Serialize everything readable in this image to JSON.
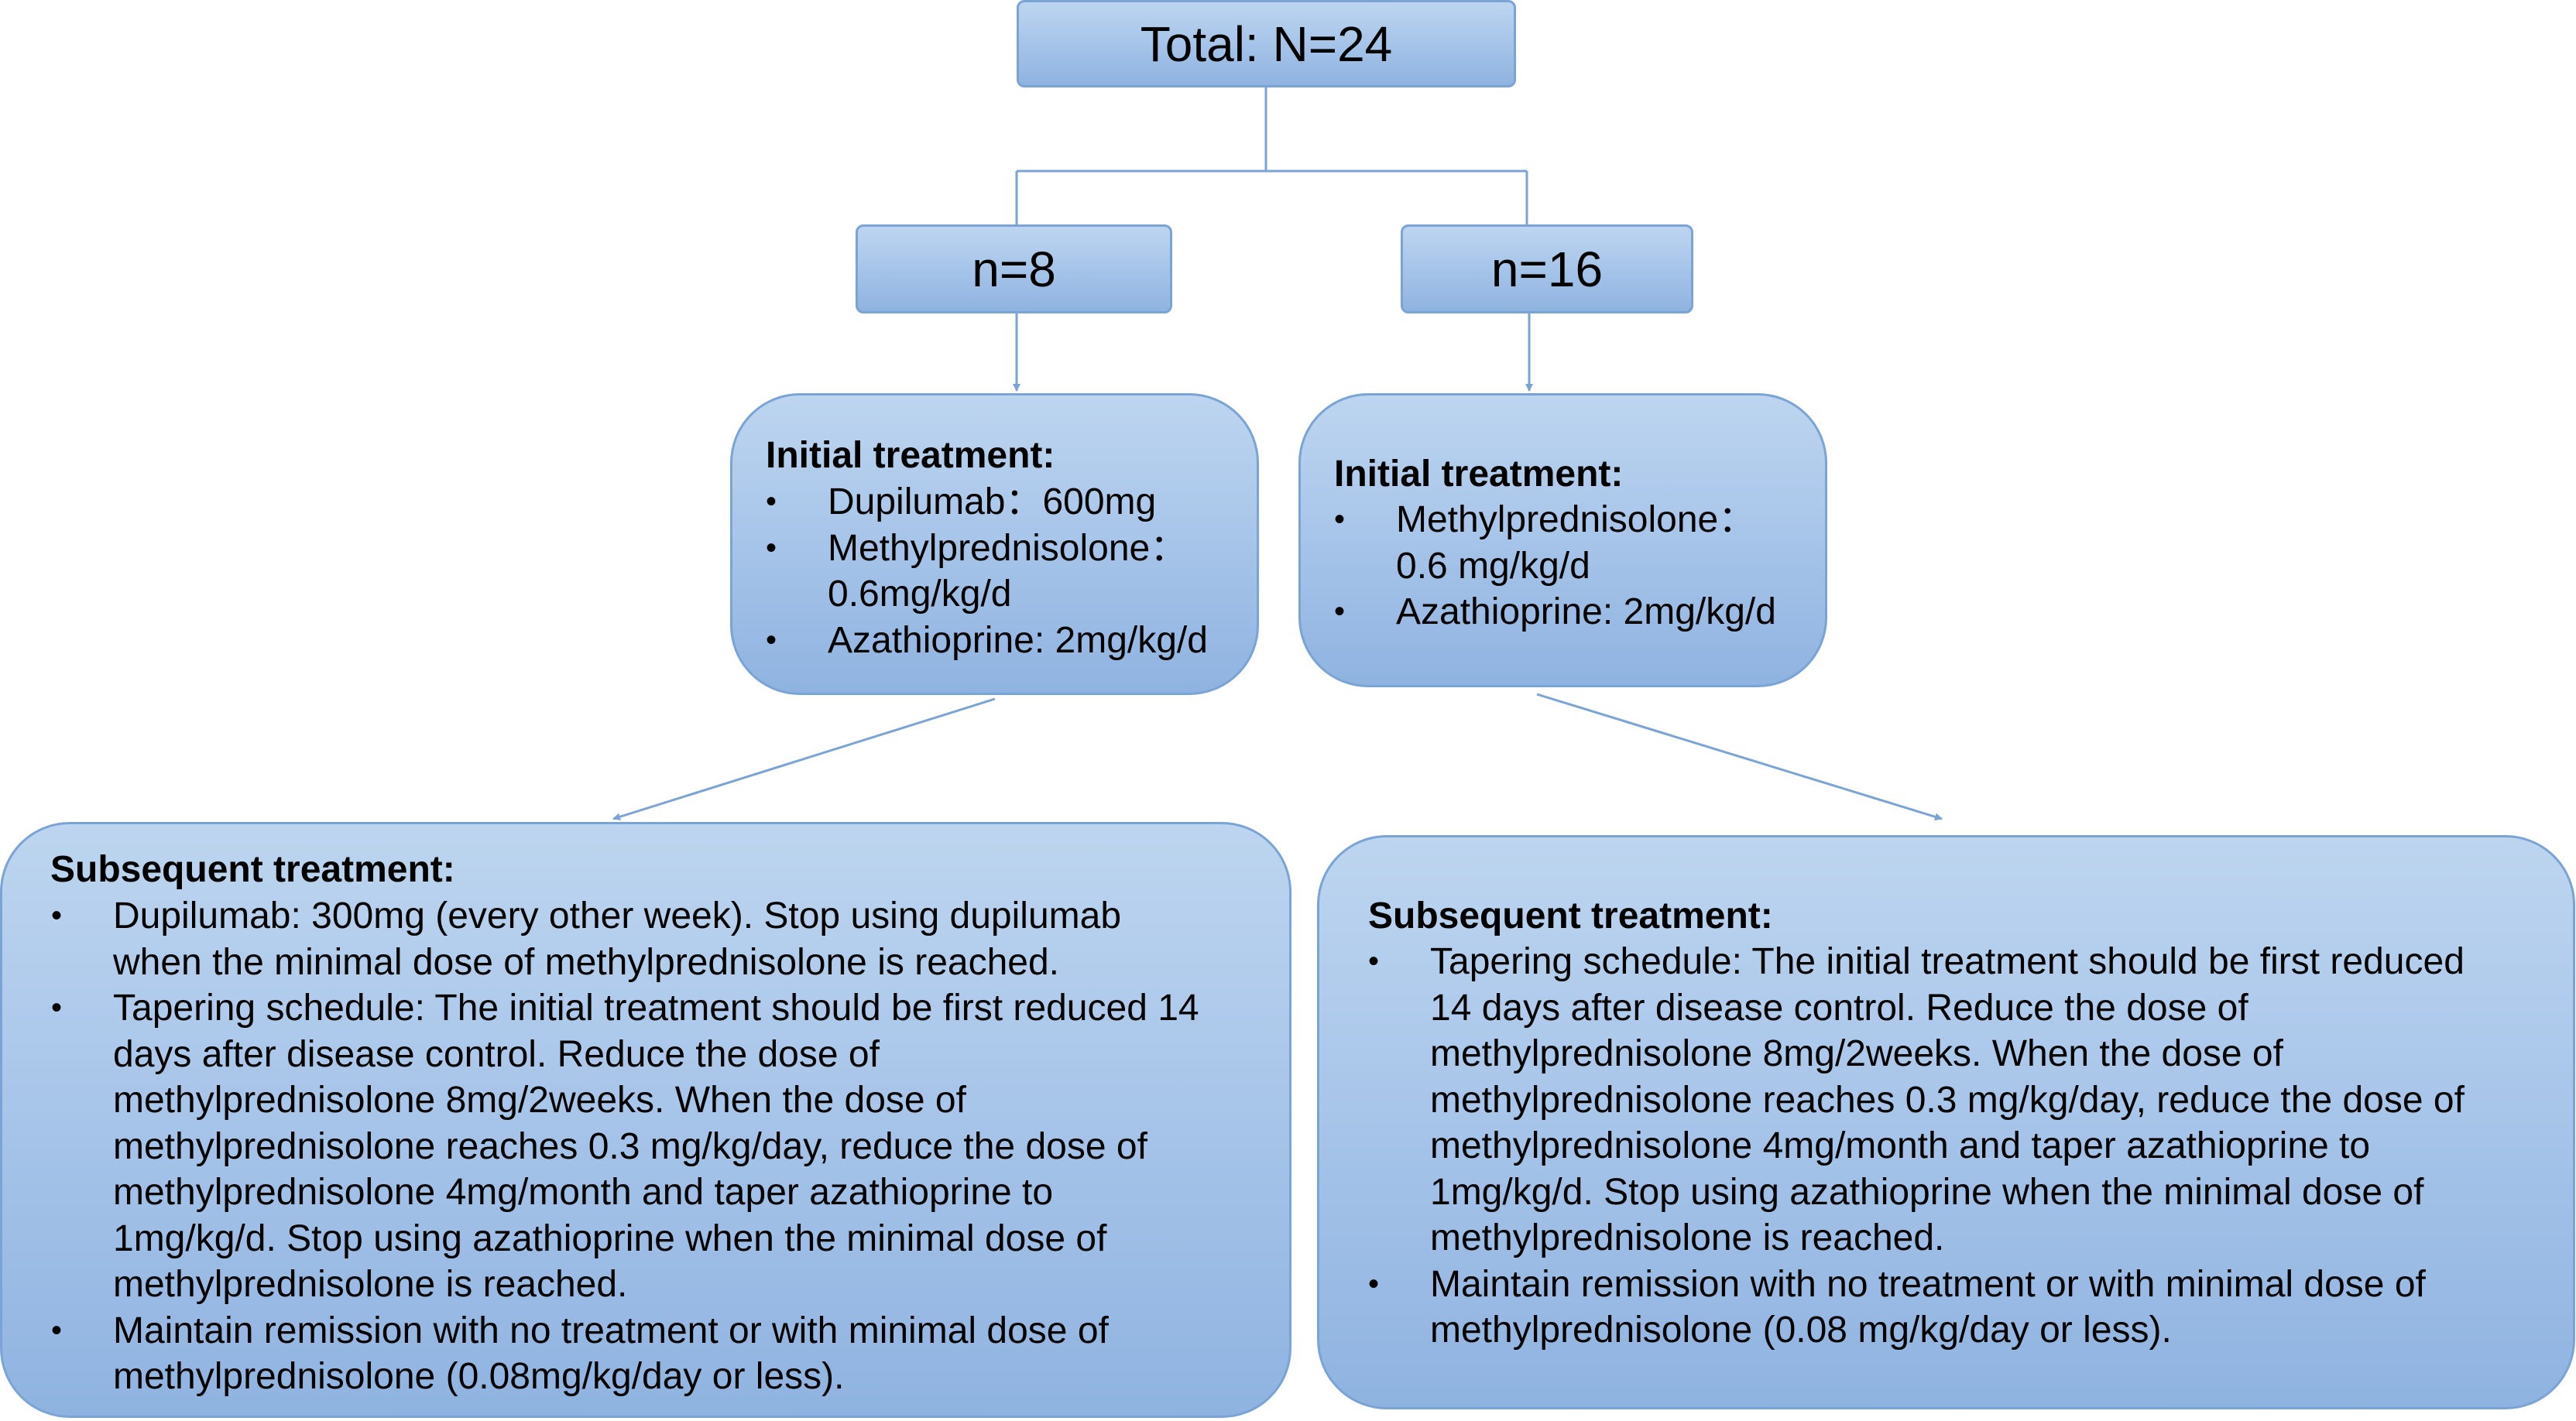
{
  "root": {
    "label": "Total: N=24"
  },
  "groups": [
    {
      "count_label": "n=8",
      "initial": {
        "heading": "Initial treatment:",
        "items": [
          "Dupilumab：600mg",
          "Methylprednisolone：\n0.6mg/kg/d",
          "Azathioprine: 2mg/kg/d"
        ]
      },
      "subsequent": {
        "heading": "Subsequent treatment:",
        "items": [
          "Dupilumab: 300mg (every other week). Stop using dupilumab\nwhen the minimal dose of methylprednisolone is reached.",
          "Tapering schedule: The initial treatment should be first reduced 14\ndays after disease control. Reduce the dose of\nmethylprednisolone 8mg/2weeks. When the dose of\nmethylprednisolone reaches 0.3 mg/kg/day, reduce the dose of\nmethylprednisolone 4mg/month and taper azathioprine to\n1mg/kg/d. Stop using azathioprine when the minimal dose of\nmethylprednisolone is reached.",
          "Maintain remission with no treatment or with minimal dose of\nmethylprednisolone (0.08mg/kg/day or less)."
        ]
      }
    },
    {
      "count_label": "n=16",
      "initial": {
        "heading": "Initial treatment:",
        "items": [
          "Methylprednisolone：\n0.6 mg/kg/d",
          "Azathioprine: 2mg/kg/d"
        ]
      },
      "subsequent": {
        "heading": "Subsequent treatment:",
        "items": [
          "Tapering schedule: The initial treatment should be first reduced\n14 days after disease control. Reduce the dose of\nmethylprednisolone 8mg/2weeks. When the dose of\nmethylprednisolone reaches 0.3 mg/kg/day, reduce the dose of\nmethylprednisolone 4mg/month and taper azathioprine to\n1mg/kg/d. Stop using azathioprine when the minimal dose of\nmethylprednisolone is reached.",
          "Maintain remission with no treatment or with minimal dose of\nmethylprednisolone (0.08 mg/kg/day or less)."
        ]
      }
    }
  ],
  "colors": {
    "box_fill_top": "#bdd5ef",
    "box_fill_bottom": "#8fb3e0",
    "box_border": "#7aa3d6",
    "connector": "#7aa3d6"
  }
}
